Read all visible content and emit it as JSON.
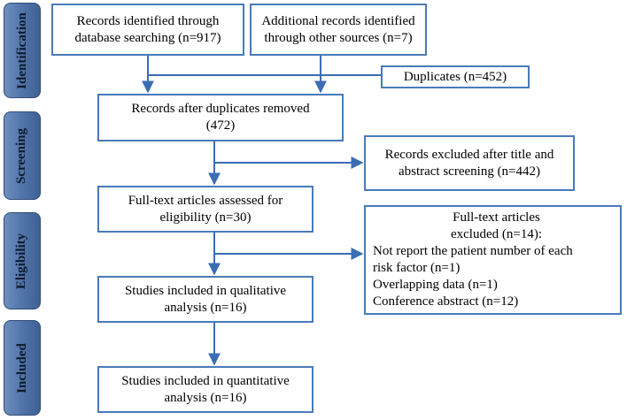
{
  "phases": {
    "identification": "Identification",
    "screening": "Screening",
    "eligibility": "Eligibility",
    "included": "Included"
  },
  "boxes": {
    "database": [
      "Records identified through",
      "database searching (n=917)"
    ],
    "other_sources": [
      "Additional records identified",
      "through other sources (n=7)"
    ],
    "duplicates": [
      "Duplicates (n=452)"
    ],
    "after_duplicates": [
      "Records after duplicates removed",
      "(472)"
    ],
    "excluded_screening": [
      "Records excluded after title and",
      "abstract screening (n=442)"
    ],
    "full_text": [
      "Full-text articles assessed for",
      "eligibility (n=30)"
    ],
    "excluded_full_text": [
      "Full-text articles",
      "excluded (n=14):",
      "Not report the patient number of each",
      "risk factor (n=1)",
      "Overlapping data (n=1)",
      "Conference abstract (n=12)"
    ],
    "qualitative": [
      "Studies included in qualitative",
      "analysis (n=16)"
    ],
    "quantitative": [
      "Studies included in quantitative",
      "analysis (n=16)"
    ]
  },
  "colors": {
    "box_border": "#4a7ab8",
    "arrow": "#3a6db3",
    "phase_fill": "#4f72a7"
  }
}
